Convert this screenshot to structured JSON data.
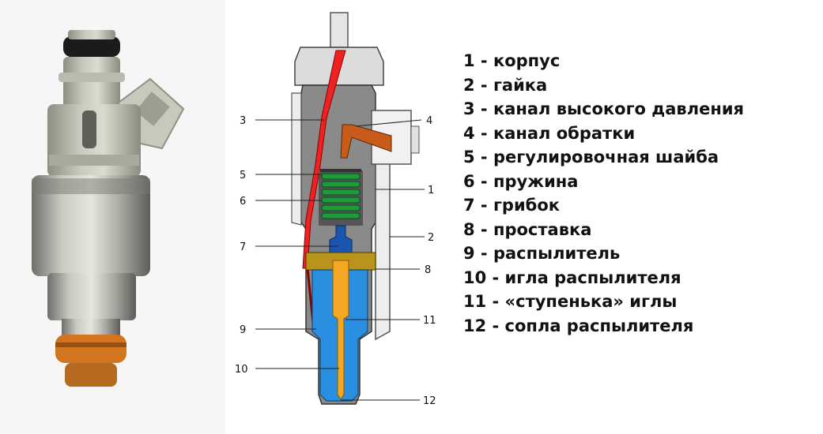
{
  "photo": {
    "label": "injector-photo"
  },
  "diagram": {
    "callouts": [
      {
        "id": "3",
        "text": "3"
      },
      {
        "id": "4",
        "text": "4"
      },
      {
        "id": "1",
        "text": "1"
      },
      {
        "id": "5",
        "text": "5"
      },
      {
        "id": "6",
        "text": "6"
      },
      {
        "id": "2",
        "text": "2"
      },
      {
        "id": "7",
        "text": "7"
      },
      {
        "id": "8",
        "text": "8"
      },
      {
        "id": "9",
        "text": "9"
      },
      {
        "id": "11",
        "text": "11"
      },
      {
        "id": "10",
        "text": "10"
      },
      {
        "id": "12",
        "text": "12"
      }
    ]
  },
  "legend": {
    "items": [
      "1 - корпус",
      "2 - гайка",
      "3 - канал высокого давления",
      "4 - канал обратки",
      "5 - регулировочная шайба",
      "6 - пружина",
      "7 - грибок",
      "8 - проставка",
      "9 - распылитель",
      "10 - игла распылителя",
      "11 - «ступенька» иглы",
      "12 - сопла распылителя"
    ]
  },
  "colors": {
    "high_pressure_channel": "#ee2222",
    "return_channel": "#c85a1a",
    "spring": "#1f9a3a",
    "needle": "#f5a623",
    "sprayer": "#2a8fe0",
    "spacer": "#b8941a",
    "body": "#8a8a8a"
  }
}
